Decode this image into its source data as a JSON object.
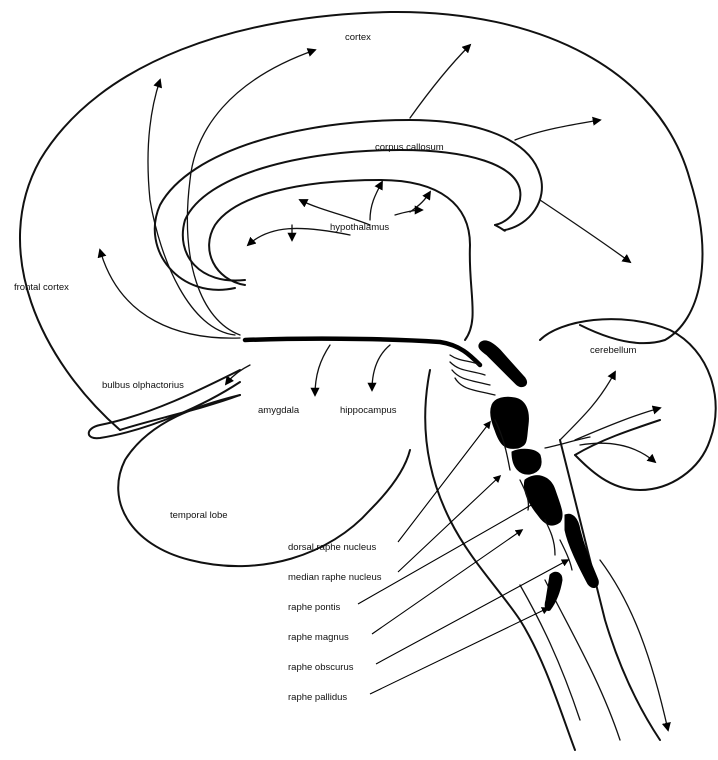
{
  "labels": {
    "cortex": "cortex",
    "corpus_callosum": "corpus callosum",
    "hypothalamus": "hypothalamus",
    "frontal_cortex": "frontal cortex",
    "cerebellum": "cerebellum",
    "bulbus_olphactorius": "bulbus olphactorius",
    "amygdala": "amygdala",
    "hippocampus": "hippocampus",
    "temporal_lobe": "temporal lobe"
  },
  "nuclei": [
    "dorsal raphe nucleus",
    "median raphe nucleus",
    "raphe pontis",
    "raphe magnus",
    "raphe obscurus",
    "raphe pallidus"
  ],
  "colors": {
    "ink": "#111111",
    "background": "#ffffff"
  }
}
